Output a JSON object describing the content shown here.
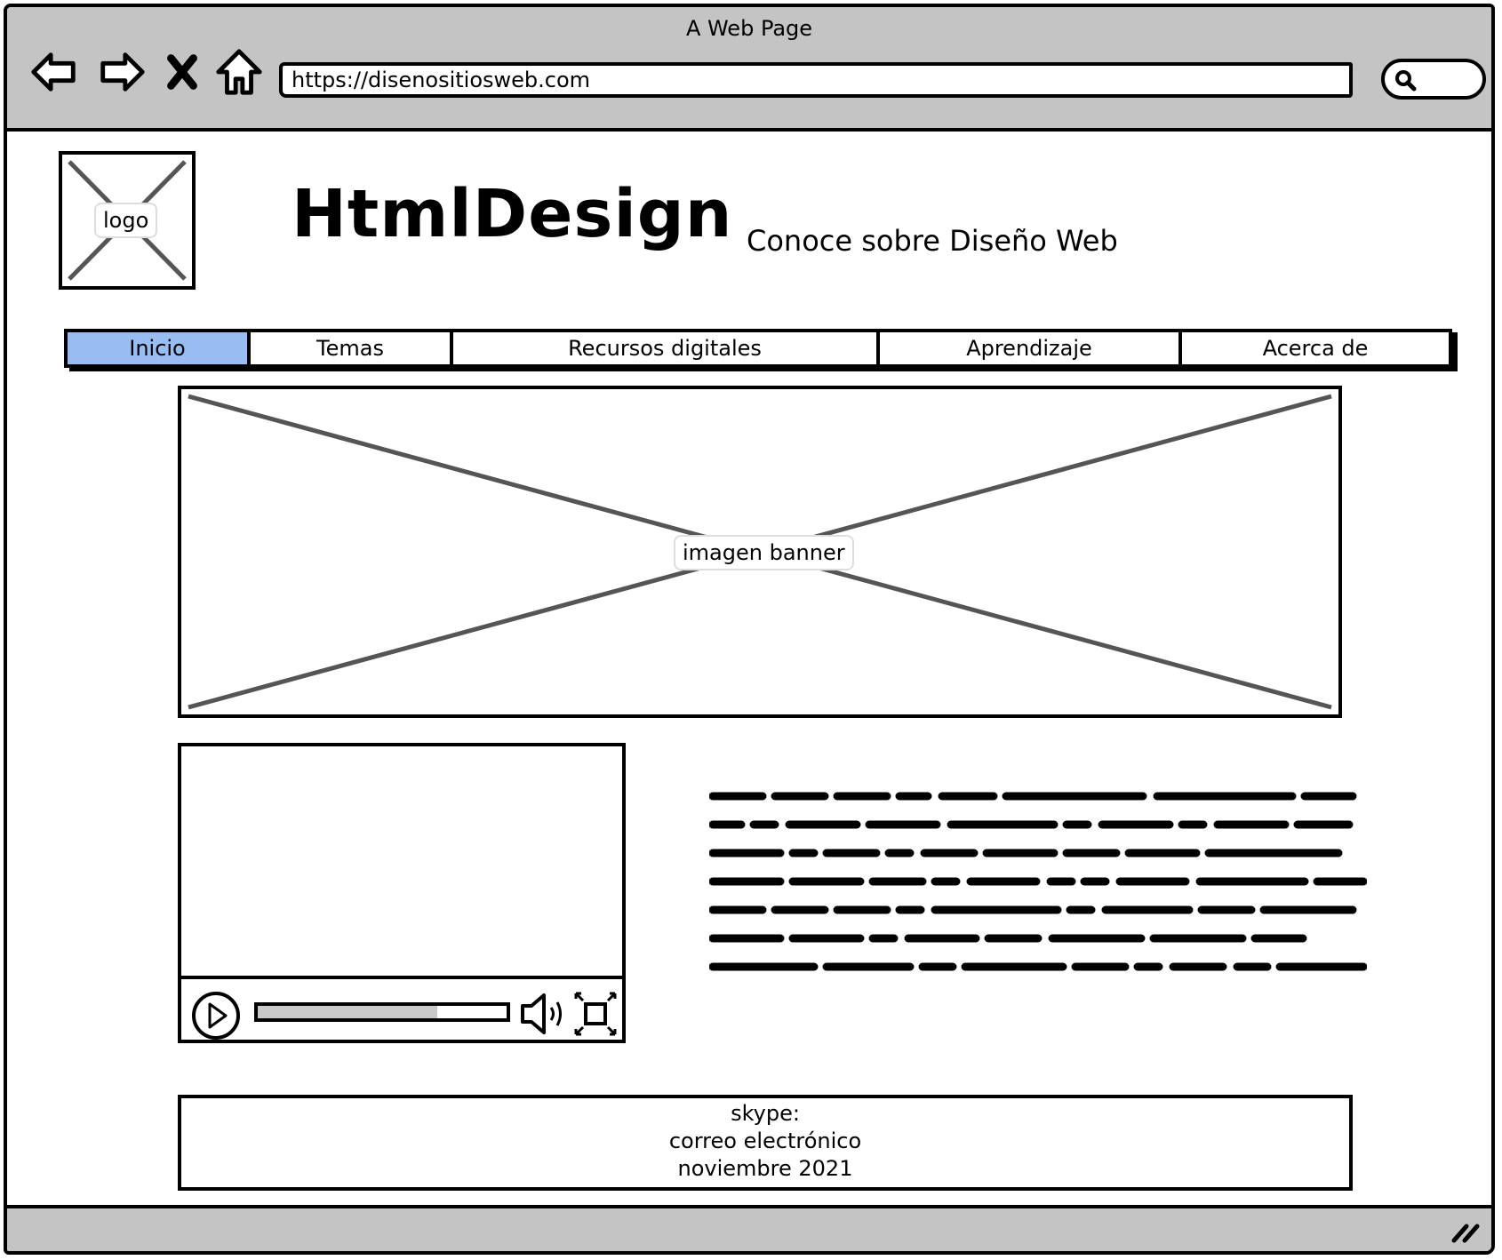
{
  "window": {
    "title": "A Web Page",
    "url": "https://disenositiosweb.com"
  },
  "browser_icons": [
    "back-arrow-icon",
    "forward-arrow-icon",
    "close-x-icon",
    "home-icon",
    "search-icon",
    "resize-grip-icon"
  ],
  "header": {
    "logo_label": "logo",
    "site_title": "HtmlDesign",
    "tagline": "Conoce sobre Diseño Web"
  },
  "nav": {
    "active_color": "#99bdf2",
    "tabs": [
      {
        "label": "Inicio",
        "active": true
      },
      {
        "label": "Temas",
        "active": false
      },
      {
        "label": "Recursos digitales",
        "active": false
      },
      {
        "label": "Aprendizaje",
        "active": false
      },
      {
        "label": "Acerca de",
        "active": false
      }
    ]
  },
  "banner": {
    "label": "imagen banner"
  },
  "video_player": {
    "progress_fraction": 0.72,
    "icons": [
      "play-icon",
      "volume-icon",
      "fullscreen-icon"
    ]
  },
  "footer": {
    "lines": [
      "skype:",
      "correo electrónico",
      "noviembre 2021"
    ]
  }
}
